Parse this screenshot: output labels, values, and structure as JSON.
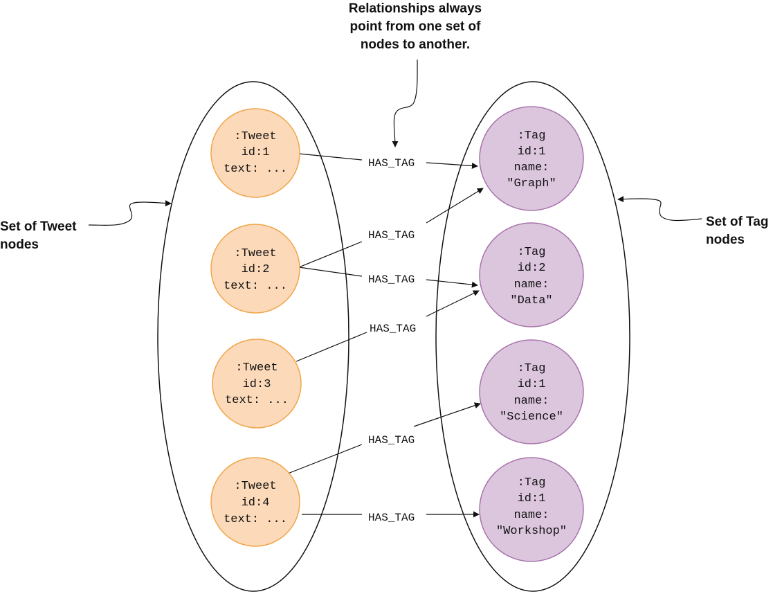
{
  "annotations": {
    "relationships": [
      "Relationships always",
      "point from one set of",
      "nodes to another."
    ],
    "tweet_set": [
      "Set of Tweet",
      "nodes"
    ],
    "tag_set": [
      "Set of Tag",
      "nodes"
    ]
  },
  "tweets": [
    {
      "id": "t1",
      "lines": [
        ":Tweet",
        "id:1",
        "text: ..."
      ]
    },
    {
      "id": "t2",
      "lines": [
        ":Tweet",
        "id:2",
        "text: ..."
      ]
    },
    {
      "id": "t3",
      "lines": [
        ":Tweet",
        "id:3",
        "text: ..."
      ]
    },
    {
      "id": "t4",
      "lines": [
        ":Tweet",
        "id:4",
        "text: ..."
      ]
    }
  ],
  "tags": [
    {
      "id": "g1",
      "lines": [
        ":Tag",
        "id:1",
        "name:",
        "\"Graph\""
      ]
    },
    {
      "id": "g2",
      "lines": [
        ":Tag",
        "id:2",
        "name:",
        "\"Data\""
      ]
    },
    {
      "id": "g3",
      "lines": [
        ":Tag",
        "id:1",
        "name:",
        "\"Science\""
      ]
    },
    {
      "id": "g4",
      "lines": [
        ":Tag",
        "id:1",
        "name:",
        "\"Workshop\""
      ]
    }
  ],
  "edges": [
    {
      "from": "t1",
      "to": "g1",
      "label": "HAS_TAG"
    },
    {
      "from": "t2",
      "to": "g1",
      "label": "HAS_TAG"
    },
    {
      "from": "t2",
      "to": "g2",
      "label": "HAS_TAG"
    },
    {
      "from": "t3",
      "to": "g2",
      "label": "HAS_TAG"
    },
    {
      "from": "t4",
      "to": "g3",
      "label": "HAS_TAG"
    },
    {
      "from": "t4",
      "to": "g4",
      "label": "HAS_TAG"
    }
  ],
  "colors": {
    "tweet_fill": "#fbd9b9",
    "tweet_stroke": "#f0a64a",
    "tag_fill": "#dcc6de",
    "tag_stroke": "#a873ac",
    "line": "#111111"
  }
}
